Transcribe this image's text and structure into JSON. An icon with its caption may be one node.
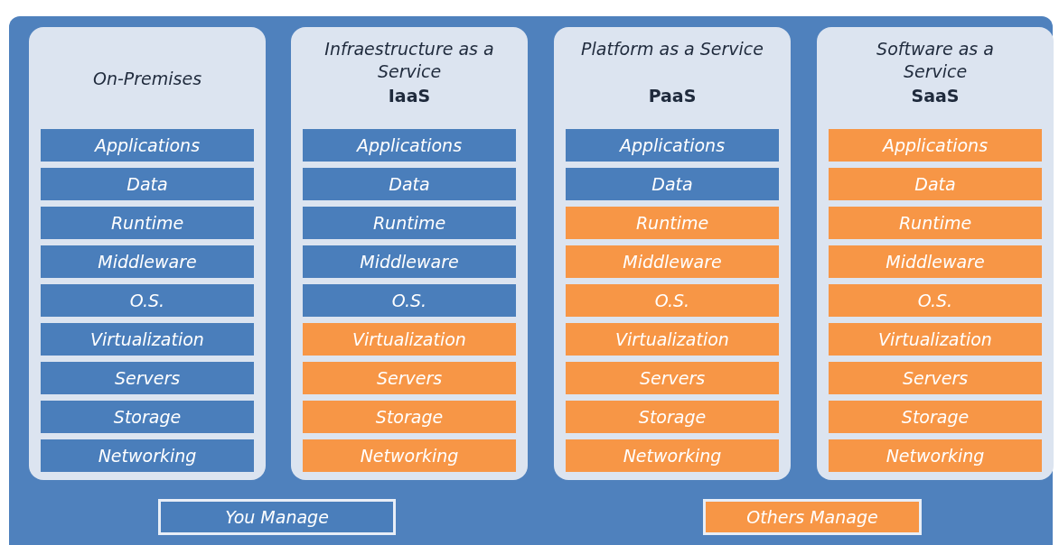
{
  "diagram": {
    "nodes": [
      {
        "text": [
          "On-Premises"
        ]
      },
      {
        "text": [
          "Applications"
        ],
        "in": 0
      },
      {
        "text": [
          "Data"
        ],
        "in": 0
      },
      {
        "text": [
          "Runtime"
        ],
        "in": 0
      },
      {
        "text": [
          "Middleware"
        ],
        "in": 0
      },
      {
        "text": [
          "O.S."
        ],
        "in": 0
      },
      {
        "text": [
          "Virtualization"
        ],
        "in": 0
      },
      {
        "text": [
          "Servers"
        ],
        "in": 0
      },
      {
        "text": [
          "Storage"
        ],
        "in": 0
      },
      {
        "text": [
          "Networking"
        ],
        "in": 0
      },
      {
        "text": [
          "Infraestructure as a Service",
          "IaaS"
        ]
      },
      {
        "text": [
          "Applications"
        ],
        "in": 10
      },
      {
        "text": [
          "Data"
        ],
        "in": 10
      },
      {
        "text": [
          "Runtime"
        ],
        "in": 10
      },
      {
        "text": [
          "Middleware"
        ],
        "in": 10
      },
      {
        "text": [
          "O.S."
        ],
        "in": 10
      },
      {
        "text": [
          "Virtualization"
        ],
        "in": 10
      },
      {
        "text": [
          "Servers"
        ],
        "in": 10
      },
      {
        "text": [
          "Storage"
        ],
        "in": 10
      },
      {
        "text": [
          "Networking"
        ],
        "in": 10
      },
      {
        "text": [
          "Platform as a Service",
          "PaaS"
        ]
      },
      {
        "text": [
          "Applications"
        ],
        "in": 20
      },
      {
        "text": [
          "Data"
        ],
        "in": 20
      },
      {
        "text": [
          "Runtime"
        ],
        "in": 20
      },
      {
        "text": [
          "Middleware"
        ],
        "in": 20
      },
      {
        "text": [
          "O.S."
        ],
        "in": 20
      },
      {
        "text": [
          "Virtualization"
        ],
        "in": 20
      },
      {
        "text": [
          "Servers"
        ],
        "in": 20
      },
      {
        "text": [
          "Storage"
        ],
        "in": 20
      },
      {
        "text": [
          "Networking"
        ],
        "in": 20
      },
      {
        "text": [
          "Software as a Service",
          "SaaS"
        ]
      },
      {
        "text": [
          "Applications"
        ],
        "in": 30
      },
      {
        "text": [
          "Data"
        ],
        "in": 30
      },
      {
        "text": [
          "Runtime"
        ],
        "in": 30
      },
      {
        "text": [
          "Middleware"
        ],
        "in": 30
      },
      {
        "text": [
          "O.S."
        ],
        "in": 30
      },
      {
        "text": [
          "Virtualization"
        ],
        "in": 30
      },
      {
        "text": [
          "Servers"
        ],
        "in": 30
      },
      {
        "text": [
          "Storage"
        ],
        "in": 30
      },
      {
        "text": [
          "Networking"
        ],
        "in": 30
      }
    ],
    "legend": [
      {
        "text": "You Manage",
        "color": "#4a7ebb"
      },
      {
        "text": "Others Manage",
        "color": "#f79646"
      }
    ]
  }
}
